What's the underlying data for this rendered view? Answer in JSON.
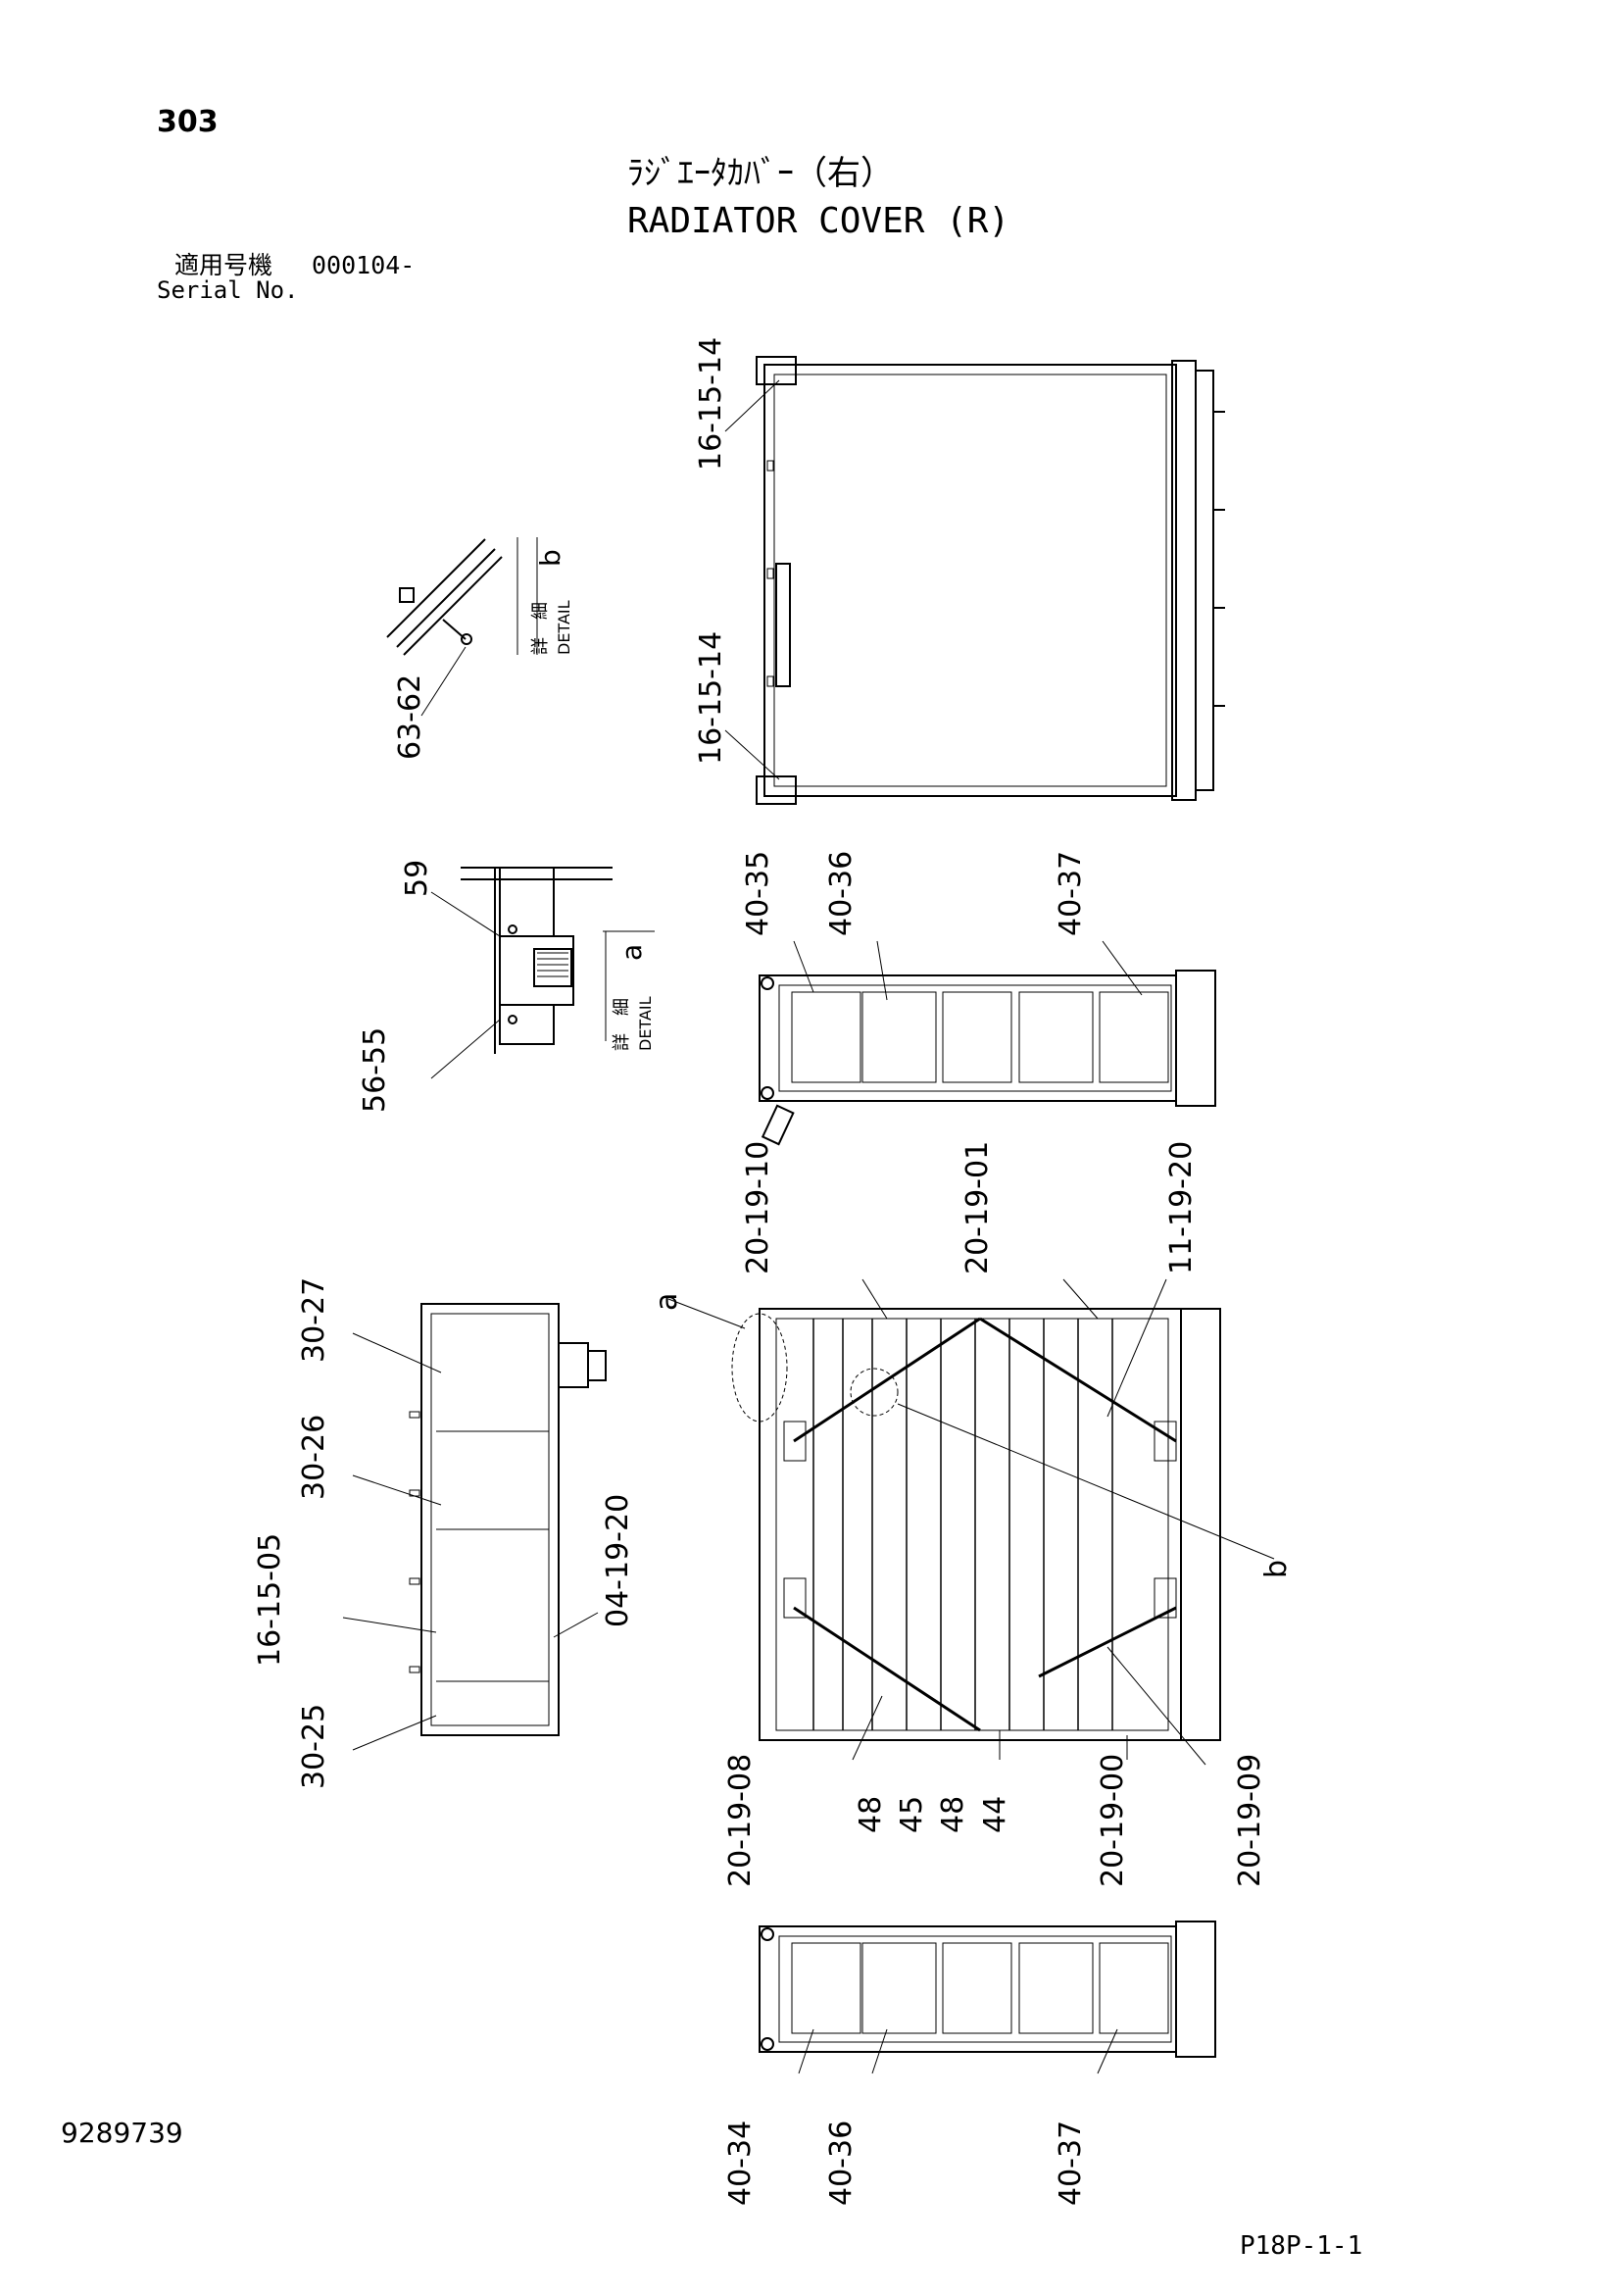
{
  "header": {
    "page_number": "303",
    "title_jp": "ﾗｼﾞｴｰﾀｶﾊﾞｰ（右）",
    "title_en": "RADIATOR COVER (R)",
    "serial_label_jp": "適用号機",
    "serial_value": "000104-",
    "serial_label_en": "Serial No."
  },
  "details": {
    "b": {
      "label_jp": "詳　細",
      "label_en": "DETAIL",
      "letter": "b"
    },
    "a": {
      "label_jp": "詳　細",
      "label_en": "DETAIL",
      "letter": "a"
    }
  },
  "markers": {
    "a": "a",
    "b": "b"
  },
  "callouts": {
    "top_upper": "16-15-14",
    "top_lower": "16-15-14",
    "detail_b": "63-62",
    "detail_a_top": "59",
    "detail_a_bottom": "56-55",
    "mid_35": "40-35",
    "mid_36": "40-36",
    "mid_37": "40-37",
    "c_10": "20-19-10",
    "c_01": "20-19-01",
    "c_11": "11-19-20",
    "side_27": "30-27",
    "side_26": "30-26",
    "side_05": "16-15-05",
    "side_04": "04-19-20",
    "side_25": "30-25",
    "b_08": "20-19-08",
    "b_48a": "48",
    "b_45": "45",
    "b_48b": "48",
    "b_44": "44",
    "b_00": "20-19-00",
    "b_09": "20-19-09",
    "bot_34": "40-34",
    "bot_36": "40-36",
    "bot_37": "40-37"
  },
  "footer": {
    "document_number": "9289739",
    "sheet_reference": "P18P-1-1"
  }
}
